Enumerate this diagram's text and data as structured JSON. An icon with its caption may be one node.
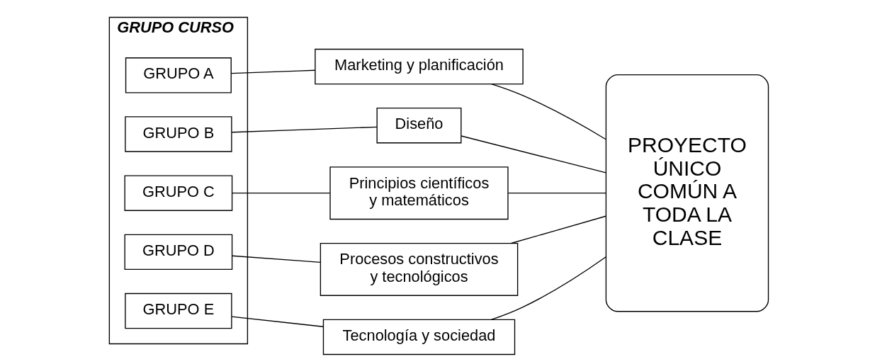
{
  "diagram": {
    "nodes": [
      {
        "text": [
          "GRUPO CURSO"
        ]
      },
      {
        "text": [
          "GRUPO A"
        ],
        "in": 0
      },
      {
        "text": [
          "GRUPO B"
        ],
        "in": 0
      },
      {
        "text": [
          "GRUPO C"
        ],
        "in": 0
      },
      {
        "text": [
          "GRUPO D"
        ],
        "in": 0
      },
      {
        "text": [
          "GRUPO E"
        ],
        "in": 0
      },
      {
        "text": [
          "Marketing y planificación"
        ]
      },
      {
        "text": [
          "Diseño"
        ]
      },
      {
        "text": [
          "Principios científicos y matemáticos"
        ]
      },
      {
        "text": [
          "Procesos constructivos y tecnológicos"
        ]
      },
      {
        "text": [
          "Tecnología y sociedad"
        ]
      },
      {
        "text": [
          "PROYECTO ÚNICO COMÚN A TODA LA CLASE"
        ]
      }
    ],
    "edges": [
      {
        "from": 1,
        "to": 6,
        "arrow": "none"
      },
      {
        "from": 2,
        "to": 7,
        "arrow": "none"
      },
      {
        "from": 3,
        "to": 8,
        "arrow": "none"
      },
      {
        "from": 4,
        "to": 9,
        "arrow": "none"
      },
      {
        "from": 5,
        "to": 10,
        "arrow": "none"
      },
      {
        "from": 6,
        "to": 11,
        "arrow": "none"
      },
      {
        "from": 7,
        "to": 11,
        "arrow": "none"
      },
      {
        "from": 8,
        "to": 11,
        "arrow": "none"
      },
      {
        "from": 9,
        "to": 11,
        "arrow": "none"
      },
      {
        "from": 10,
        "to": 11,
        "arrow": "none"
      }
    ]
  }
}
